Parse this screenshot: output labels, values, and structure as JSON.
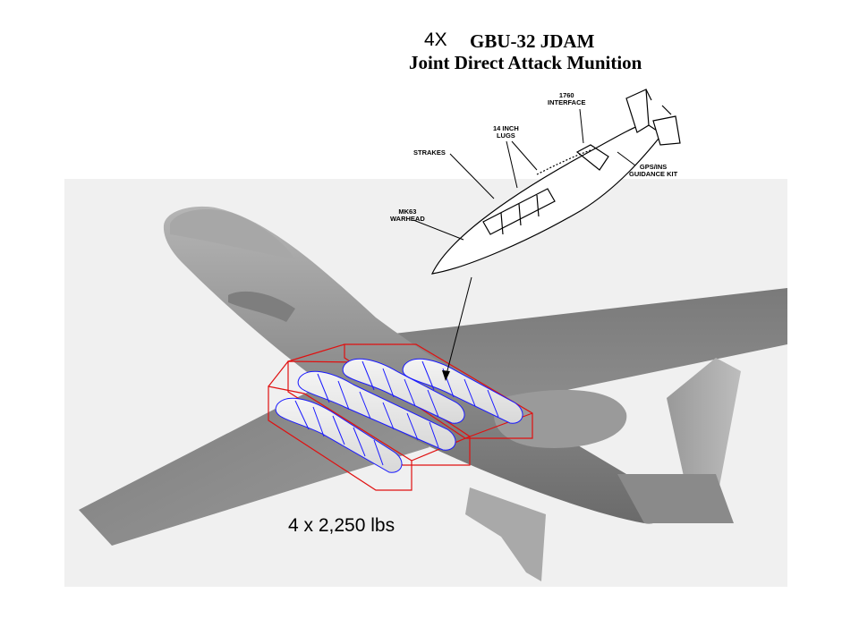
{
  "title": {
    "count": "4X",
    "line1": "GBU-32 JDAM",
    "line2": "Joint Direct Attack Munition"
  },
  "callouts": {
    "interface": "1760\nINTERFACE",
    "lugs": "14 INCH\nLUGS",
    "strakes": "STRAKES",
    "warhead": "MK63\nWARHEAD",
    "guidance": "GPS/INS\nGUIDANCE KIT"
  },
  "payload_label": "4 x 2,250 lbs",
  "colors": {
    "panel": "#f0f0f0",
    "aircraft": "#8a8a8a",
    "bomb_outline": "#1a1aff",
    "bay_outline": "#e01010"
  }
}
